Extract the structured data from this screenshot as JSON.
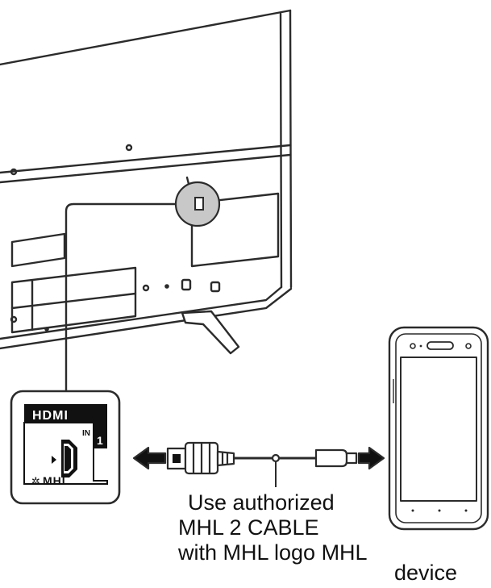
{
  "port_label": {
    "hdmi": "HDMI",
    "in": "IN",
    "number": "1",
    "mhl": "MHL"
  },
  "cable_note": {
    "line1": "Use authorized",
    "line2": "MHL 2 CABLE",
    "line3": "with MHL logo MHL"
  },
  "device_label": "device",
  "colors": {
    "line": "#2b2b2b",
    "highlight": "#c8c8c8",
    "panel_fill": "#ffffff"
  }
}
